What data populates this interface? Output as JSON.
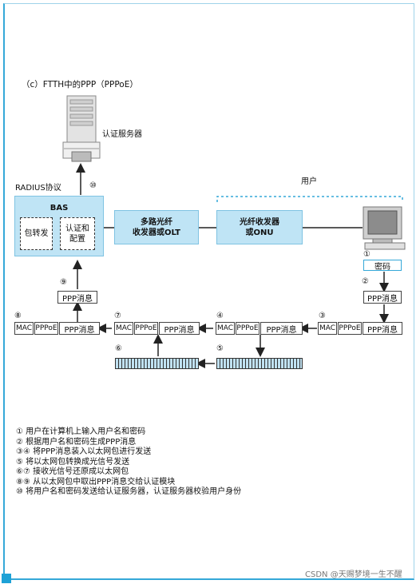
{
  "title": "（c）FTTH中的PPP（PPPoE）",
  "server_label": "认证服务器",
  "radius_label": "RADIUS协议",
  "bas": {
    "title": "BAS",
    "forward": "包转发",
    "auth_config_1": "认证和",
    "auth_config_2": "配置"
  },
  "olt": {
    "line1": "多路光纤",
    "line2": "收发器或OLT"
  },
  "onu": {
    "line1": "光纤收发器",
    "line2": "或ONU"
  },
  "user_label": "用户",
  "password_label": "密码",
  "ppp_msg": "PPP消息",
  "mac": "MAC",
  "pppoe": "PPPoE",
  "steps": {
    "s1": "①",
    "s2": "②",
    "s3": "③",
    "s4": "④",
    "s5": "⑤",
    "s6": "⑥",
    "s7": "⑦",
    "s8": "⑧",
    "s9": "⑨",
    "s10": "⑩"
  },
  "legend": [
    "① 用户在计算机上输入用户名和密码",
    "② 根据用户名和密码生成PPP消息",
    "③④ 将PPP消息装入以太网包进行发送",
    "⑤ 将以太网包转换成光信号发送",
    "⑥⑦ 接收光信号还原成以太网包",
    "⑧⑨ 从以太网包中取出PPP消息交给认证模块",
    "⑩ 将用户名和密码发送给认证服务器，认证服务器校验用户身份"
  ],
  "watermark": "CSDN @天赐梦境一生不醒"
}
